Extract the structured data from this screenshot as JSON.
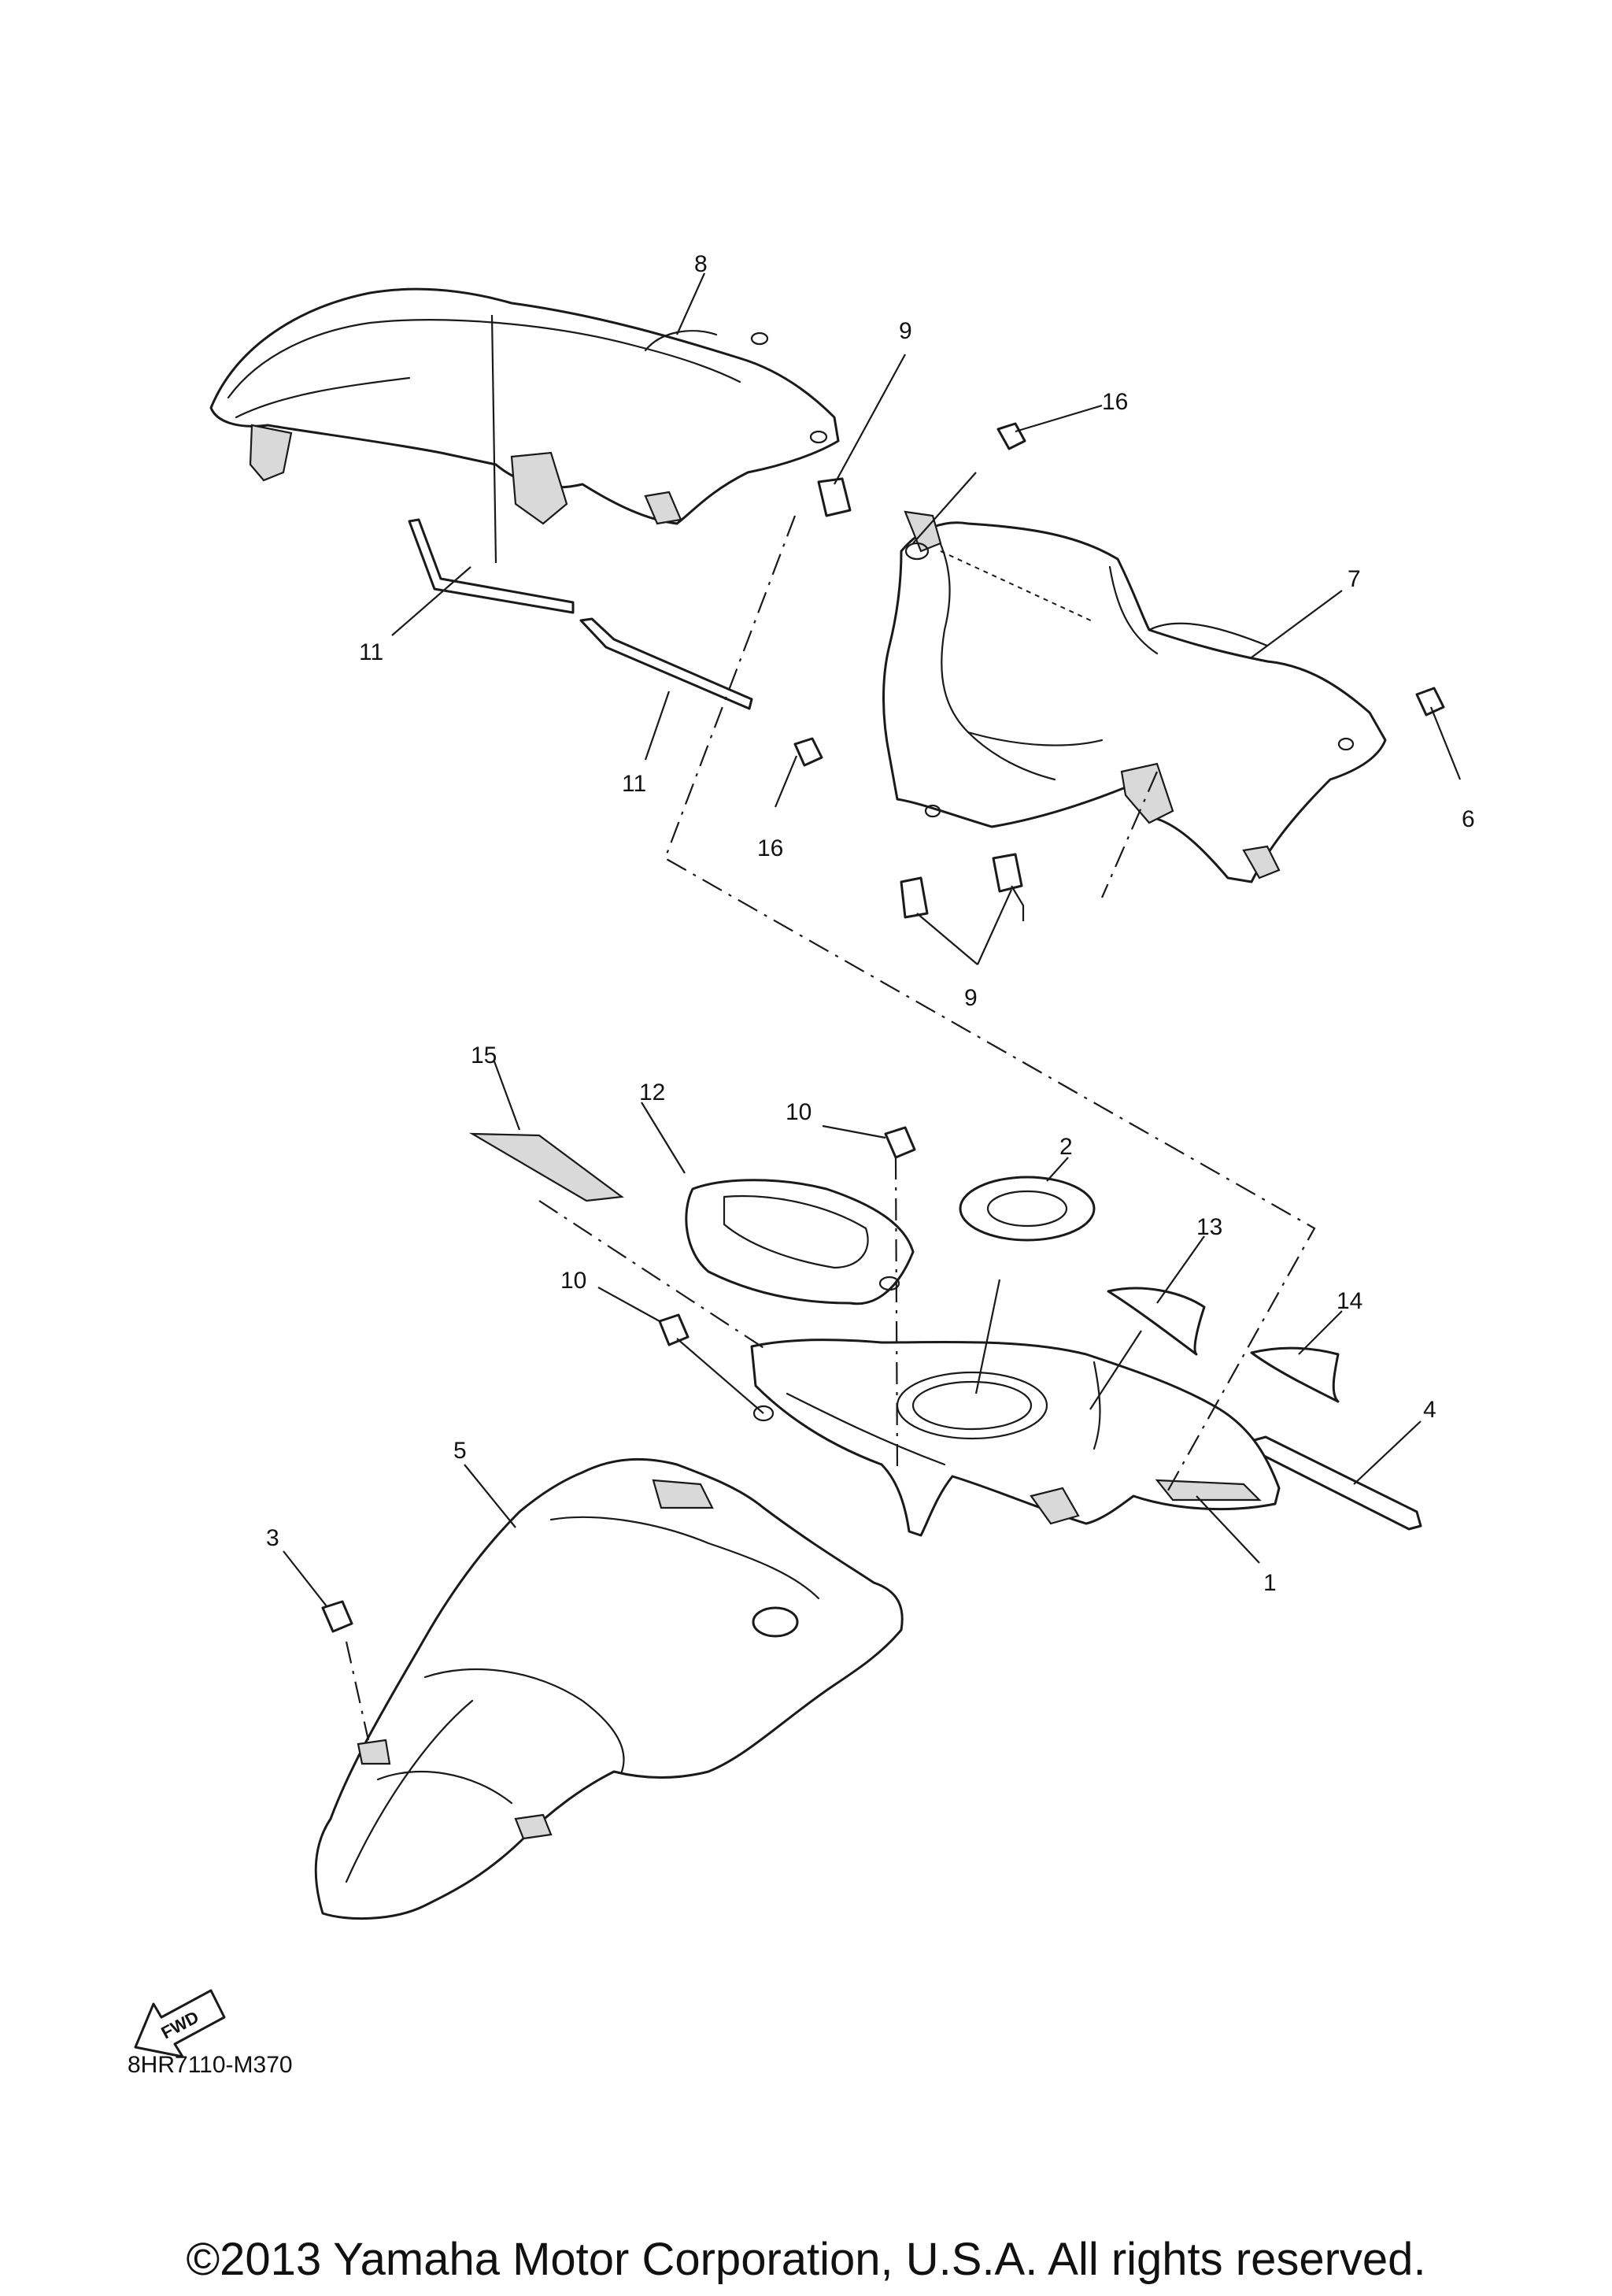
{
  "callouts": {
    "c1": "1",
    "c2": "2",
    "c3": "3",
    "c4": "4",
    "c5": "5",
    "c6": "6",
    "c7": "7",
    "c8": "8",
    "c9a": "9",
    "c9b": "9",
    "c10a": "10",
    "c10b": "10",
    "c11a": "11",
    "c11b": "11",
    "c12": "12",
    "c13": "13",
    "c14": "14",
    "c15": "15",
    "c16a": "16",
    "c16b": "16"
  },
  "fwd_label": "FWD",
  "diagram_code": "8HR7110-M370",
  "copyright": "©2013 Yamaha Motor Corporation, U.S.A. All rights reserved."
}
